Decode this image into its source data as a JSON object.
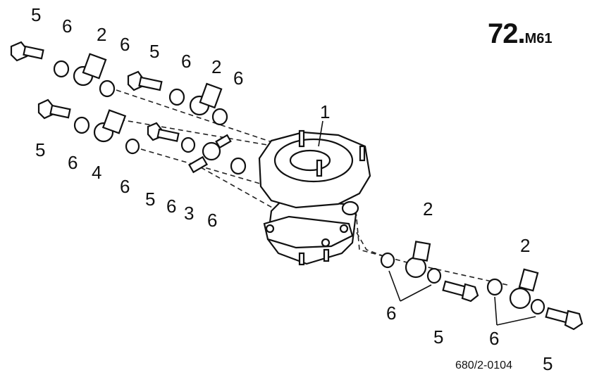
{
  "page_number": {
    "main": "72.",
    "suffix": "M61"
  },
  "drawing_id": "680/2-0104",
  "callouts": [
    {
      "id": "c-5a",
      "text": "5"
    },
    {
      "id": "c-6a",
      "text": "6"
    },
    {
      "id": "c-2a",
      "text": "2"
    },
    {
      "id": "c-6b",
      "text": "6"
    },
    {
      "id": "c-5b",
      "text": "5"
    },
    {
      "id": "c-6c",
      "text": "6"
    },
    {
      "id": "c-2b",
      "text": "2"
    },
    {
      "id": "c-6d",
      "text": "6"
    },
    {
      "id": "c-1",
      "text": "1"
    },
    {
      "id": "c-5c",
      "text": "5"
    },
    {
      "id": "c-6e",
      "text": "6"
    },
    {
      "id": "c-4",
      "text": "4"
    },
    {
      "id": "c-6f",
      "text": "6"
    },
    {
      "id": "c-5d",
      "text": "5"
    },
    {
      "id": "c-6g",
      "text": "6"
    },
    {
      "id": "c-3",
      "text": "3"
    },
    {
      "id": "c-6h",
      "text": "6"
    },
    {
      "id": "c-2c",
      "text": "2"
    },
    {
      "id": "c-6i",
      "text": "6"
    },
    {
      "id": "c-5e",
      "text": "5"
    },
    {
      "id": "c-2d",
      "text": "2"
    },
    {
      "id": "c-6j",
      "text": "6"
    },
    {
      "id": "c-5f",
      "text": "5"
    }
  ]
}
